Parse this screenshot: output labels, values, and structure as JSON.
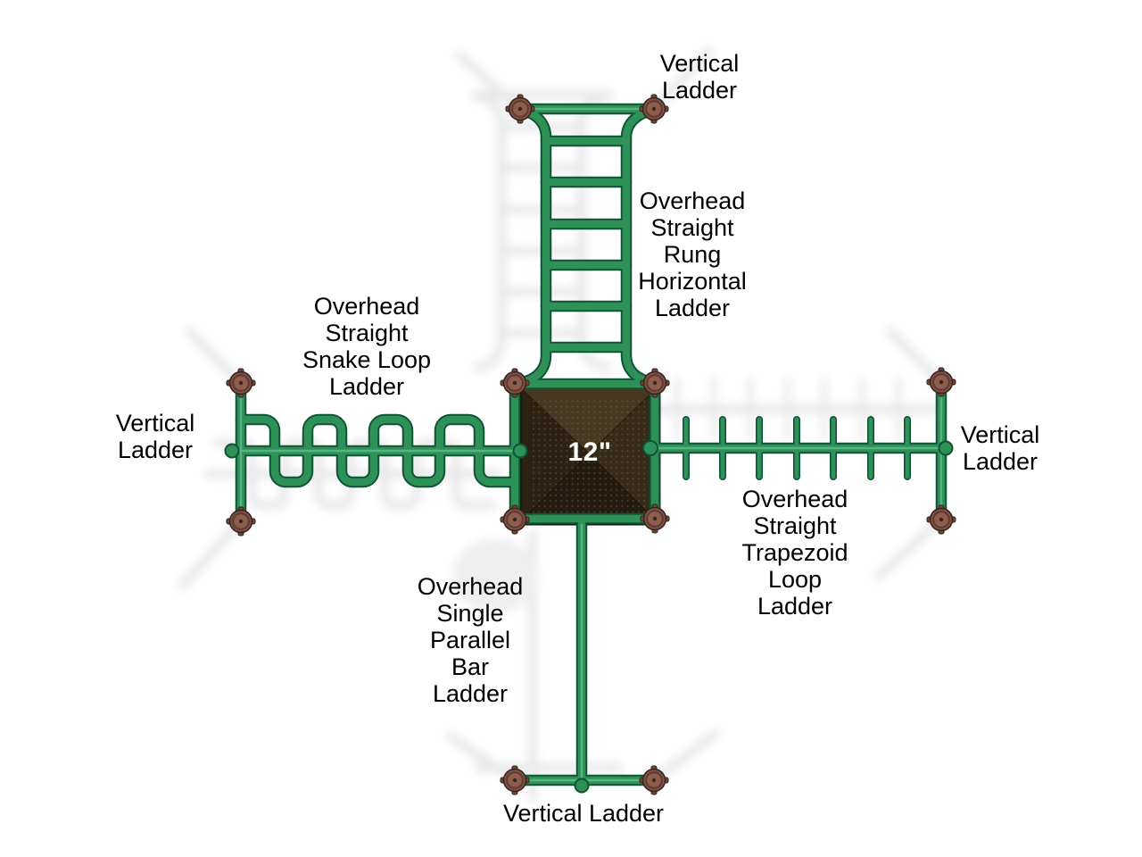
{
  "diagram": {
    "deck_size": "12\"",
    "labels": {
      "top_vertical": "Vertical\nLadder",
      "horizontal_rung": "Overhead\nStraight\nRung\nHorizontal\nLadder",
      "snake_loop": "Overhead\nStraight\nSnake Loop\nLadder",
      "left_vertical": "Vertical\nLadder",
      "right_vertical": "Vertical\nLadder",
      "trapezoid_loop": "Overhead\nStraight\nTrapezoid\nLoop\nLadder",
      "single_parallel_bar": "Overhead\nSingle\nParallel\nBar\nLadder",
      "bottom_vertical": "Vertical Ladder"
    },
    "colors": {
      "pipe_green": "#2e9158",
      "pipe_dark": "#0e5535",
      "cap_brown": "#7d5146",
      "deck_brown": "#2f2517",
      "background": "#ffffff",
      "label_text": "#000000",
      "deck_text": "#ffffff"
    }
  }
}
